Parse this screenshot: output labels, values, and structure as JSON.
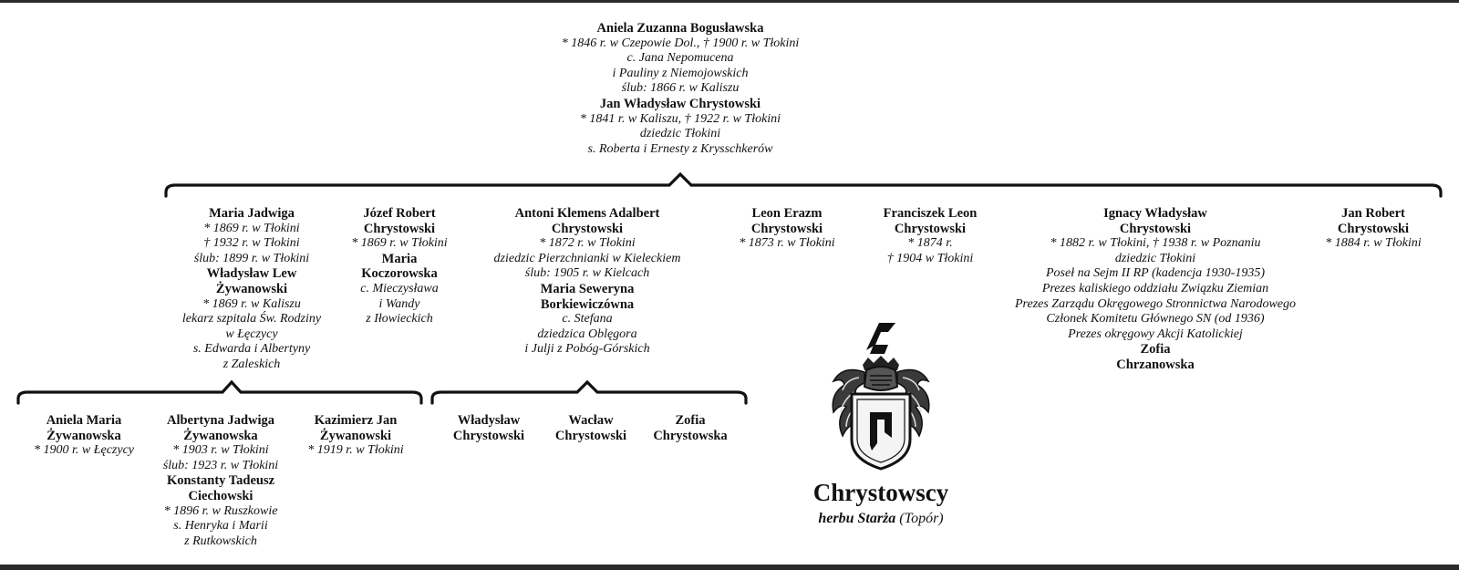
{
  "root": {
    "lines": [
      {
        "t": "Aniela Zuzanna Bogusławska",
        "s": "b"
      },
      {
        "t": "* 1846 r. w Czepowie Dol., † 1900 r. w Tłokini",
        "s": "i"
      },
      {
        "t": "c. Jana Nepomucena",
        "s": "i"
      },
      {
        "t": "i Pauliny z Niemojowskich",
        "s": "i"
      },
      {
        "t": "ślub: 1866 r. w Kaliszu",
        "s": "i"
      },
      {
        "t": "Jan Władysław Chrystowski",
        "s": "b"
      },
      {
        "t": "* 1841 r. w Kaliszu, † 1922 r. w Tłokini",
        "s": "i"
      },
      {
        "t": "dziedzic Tłokini",
        "s": "i"
      },
      {
        "t": "s. Roberta i Ernesty z Krysschkerów",
        "s": "i"
      }
    ]
  },
  "children": [
    {
      "lines": [
        {
          "t": "Maria Jadwiga",
          "s": "b"
        },
        {
          "t": "* 1869 r. w Tłokini",
          "s": "i"
        },
        {
          "t": "† 1932 r. w Tłokini",
          "s": "i"
        },
        {
          "t": "ślub: 1899 r. w Tłokini",
          "s": "i"
        },
        {
          "t": "Władysław Lew",
          "s": "b"
        },
        {
          "t": "Żywanowski",
          "s": "b"
        },
        {
          "t": "* 1869 r. w Kaliszu",
          "s": "i"
        },
        {
          "t": "lekarz szpitala Św. Rodziny",
          "s": "i"
        },
        {
          "t": "w Łęczycy",
          "s": "i"
        },
        {
          "t": "s. Edwarda i Albertyny",
          "s": "i"
        },
        {
          "t": "z Zaleskich",
          "s": "i"
        }
      ]
    },
    {
      "lines": [
        {
          "t": "Józef Robert",
          "s": "b"
        },
        {
          "t": "Chrystowski",
          "s": "b"
        },
        {
          "t": "* 1869 r. w Tłokini",
          "s": "i"
        },
        {
          "t": "Maria",
          "s": "b"
        },
        {
          "t": "Koczorowska",
          "s": "b"
        },
        {
          "t": "c. Mieczysława",
          "s": "i"
        },
        {
          "t": "i Wandy",
          "s": "i"
        },
        {
          "t": "z Iłowieckich",
          "s": "i"
        }
      ]
    },
    {
      "lines": [
        {
          "t": "Antoni Klemens Adalbert",
          "s": "b"
        },
        {
          "t": "Chrystowski",
          "s": "b"
        },
        {
          "t": "* 1872 r. w Tłokini",
          "s": "i"
        },
        {
          "t": "dziedzic Pierzchnianki w Kieleckiem",
          "s": "i"
        },
        {
          "t": "ślub: 1905 r. w Kielcach",
          "s": "i"
        },
        {
          "t": "Maria Seweryna",
          "s": "b"
        },
        {
          "t": "Borkiewiczówna",
          "s": "b"
        },
        {
          "t": "c. Stefana",
          "s": "i"
        },
        {
          "t": "dziedzica Oblęgora",
          "s": "i"
        },
        {
          "t": "i Julji z Pobóg-Górskich",
          "s": "i"
        }
      ]
    },
    {
      "lines": [
        {
          "t": "Leon Erazm",
          "s": "b"
        },
        {
          "t": "Chrystowski",
          "s": "b"
        },
        {
          "t": "* 1873 r. w Tłokini",
          "s": "i"
        }
      ]
    },
    {
      "lines": [
        {
          "t": "Franciszek Leon",
          "s": "b"
        },
        {
          "t": "Chrystowski",
          "s": "b"
        },
        {
          "t": "* 1874 r.",
          "s": "i"
        },
        {
          "t": "† 1904 w Tłokini",
          "s": "i"
        }
      ]
    },
    {
      "lines": [
        {
          "t": "Ignacy Władysław",
          "s": "b"
        },
        {
          "t": "Chrystowski",
          "s": "b"
        },
        {
          "t": "* 1882 r. w Tłokini, † 1938 r. w Poznaniu",
          "s": "i"
        },
        {
          "t": "dziedzic Tłokini",
          "s": "i"
        },
        {
          "t": "Poseł na Sejm II RP (kadencja 1930-1935)",
          "s": "i"
        },
        {
          "t": "Prezes kaliskiego oddziału Związku Ziemian",
          "s": "i"
        },
        {
          "t": "Prezes Zarządu Okręgowego Stronnictwa Narodowego",
          "s": "i"
        },
        {
          "t": "Członek Komitetu Głównego SN (od 1936)",
          "s": "i"
        },
        {
          "t": "Prezes okręgowy Akcji Katolickiej",
          "s": "i"
        },
        {
          "t": "Zofia",
          "s": "b"
        },
        {
          "t": "Chrzanowska",
          "s": "b"
        }
      ]
    },
    {
      "lines": [
        {
          "t": "Jan Robert",
          "s": "b"
        },
        {
          "t": "Chrystowski",
          "s": "b"
        },
        {
          "t": "* 1884 r. w Tłokini",
          "s": "i"
        }
      ]
    }
  ],
  "grandchildren_maria": [
    {
      "lines": [
        {
          "t": "Aniela Maria",
          "s": "b"
        },
        {
          "t": "Żywanowska",
          "s": "b"
        },
        {
          "t": "* 1900 r. w Łęczycy",
          "s": "i"
        }
      ]
    },
    {
      "lines": [
        {
          "t": "Albertyna Jadwiga",
          "s": "b"
        },
        {
          "t": "Żywanowska",
          "s": "b"
        },
        {
          "t": "* 1903 r. w Tłokini",
          "s": "i"
        },
        {
          "t": "ślub: 1923 r. w Tłokini",
          "s": "i"
        },
        {
          "t": "Konstanty Tadeusz",
          "s": "b"
        },
        {
          "t": "Ciechowski",
          "s": "b"
        },
        {
          "t": "* 1896 r. w Ruszkowie",
          "s": "i"
        },
        {
          "t": "s. Henryka i Marii",
          "s": "i"
        },
        {
          "t": "z Rutkowskich",
          "s": "i"
        }
      ]
    },
    {
      "lines": [
        {
          "t": "Kazimierz Jan",
          "s": "b"
        },
        {
          "t": "Żywanowski",
          "s": "b"
        },
        {
          "t": "* 1919 r. w Tłokini",
          "s": "i"
        }
      ]
    }
  ],
  "grandchildren_antoni": [
    {
      "lines": [
        {
          "t": "Władysław",
          "s": "b"
        },
        {
          "t": "Chrystowski",
          "s": "b"
        }
      ]
    },
    {
      "lines": [
        {
          "t": "Wacław",
          "s": "b"
        },
        {
          "t": "Chrystowski",
          "s": "b"
        }
      ]
    },
    {
      "lines": [
        {
          "t": "Zofia",
          "s": "b"
        },
        {
          "t": "Chrystowska",
          "s": "b"
        }
      ]
    }
  ],
  "family": {
    "name": "Chrystowscy",
    "arms_word": "herbu Starża",
    "arms_alt": "(Topór)"
  },
  "colors": {
    "ink": "#111111",
    "frame": "#2a2a2a",
    "paper": "#ffffff"
  }
}
